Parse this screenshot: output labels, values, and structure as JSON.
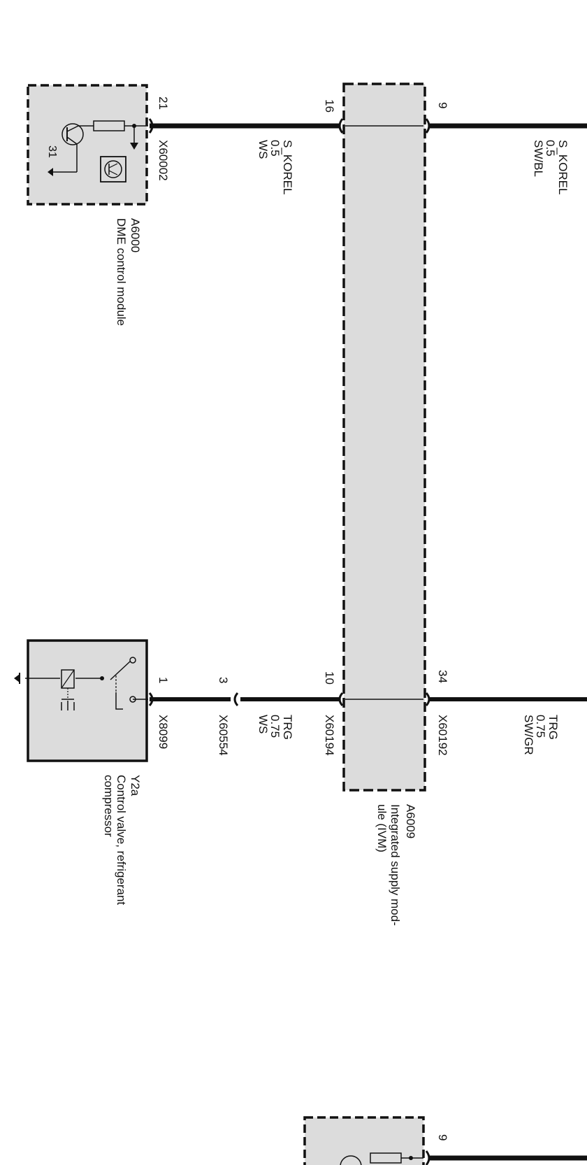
{
  "components": {
    "dme": {
      "id": "A6000",
      "name": "DME control module",
      "connector": "X60002",
      "pin": "21",
      "internal_label": "31"
    },
    "ivm": {
      "id": "A6009",
      "name_line1": "Integrated supply mod-",
      "name_line2": "ule (IVM)"
    },
    "valve": {
      "id": "Y2a",
      "name_line1": "Control valve, refrigerant",
      "name_line2": "compressor",
      "connector": "X8099",
      "pin": "1"
    }
  },
  "circuits": {
    "korel": {
      "left_pin": "16",
      "right_pin": "9",
      "left_wire": {
        "signal": "S_KOREL",
        "gauge": "0.5",
        "color": "WS"
      },
      "right_wire": {
        "signal": "S_KOREL",
        "gauge": "0.5",
        "color": "SW/BL"
      }
    },
    "trg": {
      "inline_connector": "X60554",
      "inline_pin": "3",
      "left_connector": "X60194",
      "left_pin": "10",
      "right_connector": "X60192",
      "right_pin": "34",
      "left_wire": {
        "signal": "TRG",
        "gauge": "0.75",
        "color": "WS"
      },
      "right_wire": {
        "signal": "TRG",
        "gauge": "0.75",
        "color": "SW/GR"
      }
    }
  },
  "continuation": {
    "pin": "9"
  },
  "colors": {
    "line": "#111111",
    "module_fill": "#dcdcdc",
    "background": "#ffffff"
  }
}
